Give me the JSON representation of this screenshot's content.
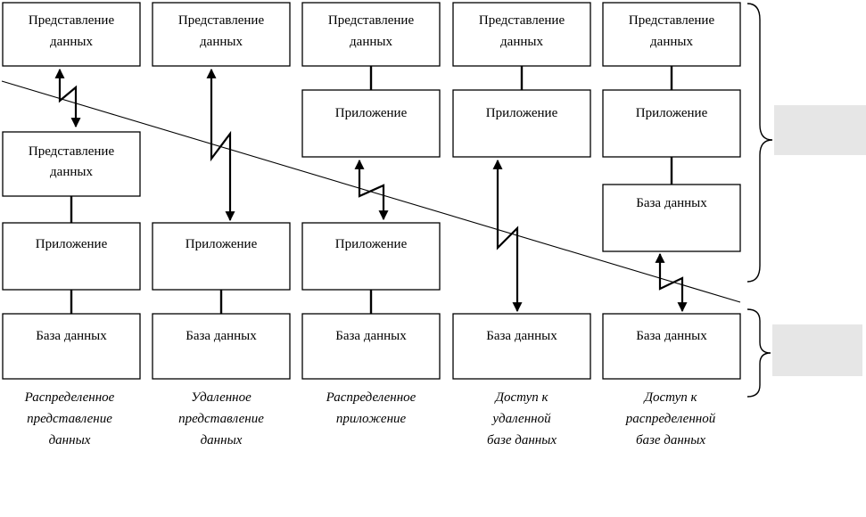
{
  "labels": {
    "presentation": [
      "Представление",
      "данных"
    ],
    "application": "Приложение",
    "database": "База данных"
  },
  "captions": {
    "distributed_presentation": [
      "Распределенное",
      "представление",
      "данных"
    ],
    "remote_presentation": [
      "Удаленное",
      "представление",
      "данных"
    ],
    "distributed_application": [
      "Распределенное",
      "приложение"
    ],
    "remote_database_access": [
      "Доступ к",
      "удаленной",
      "базе данных"
    ],
    "distributed_database_access": [
      "Доступ к",
      "распределенной",
      "базе данных"
    ]
  },
  "side_labels": {
    "upper": "",
    "lower": ""
  },
  "colors": {
    "line": "#000000",
    "box_fill": "#ffffff",
    "side_box": "#e6e6e6"
  }
}
